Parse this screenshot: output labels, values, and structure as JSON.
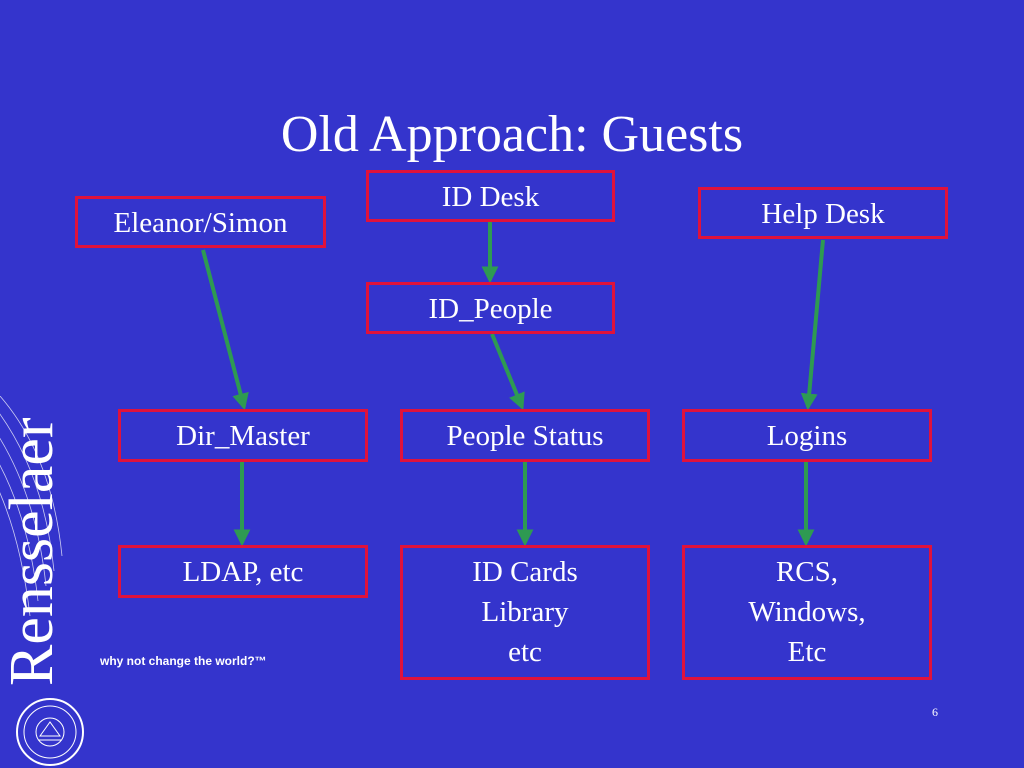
{
  "slide": {
    "title": "Old Approach: Guests",
    "slide_number": "6",
    "brand": "Rensselaer",
    "tagline": "why not change the world?™"
  },
  "nodes": {
    "eleanor_simon": [
      "Eleanor/Simon"
    ],
    "id_desk": [
      "ID Desk"
    ],
    "help_desk": [
      "Help Desk"
    ],
    "id_people": [
      "ID_People"
    ],
    "dir_master": [
      "Dir_Master"
    ],
    "people_status": [
      "People Status"
    ],
    "logins": [
      "Logins"
    ],
    "ldap": [
      "LDAP, etc"
    ],
    "id_cards": [
      "ID Cards",
      "Library",
      "etc"
    ],
    "rcs": [
      "RCS,",
      "Windows,",
      "Etc"
    ]
  },
  "edges": [
    [
      "eleanor_simon",
      "dir_master"
    ],
    [
      "id_desk",
      "id_people"
    ],
    [
      "id_people",
      "people_status"
    ],
    [
      "help_desk",
      "logins"
    ],
    [
      "dir_master",
      "ldap"
    ],
    [
      "people_status",
      "id_cards"
    ],
    [
      "logins",
      "rcs"
    ]
  ],
  "colors": {
    "background": "#3434cc",
    "box_border": "#e0123c",
    "arrow": "#2e9a52",
    "text": "#ffffff"
  }
}
